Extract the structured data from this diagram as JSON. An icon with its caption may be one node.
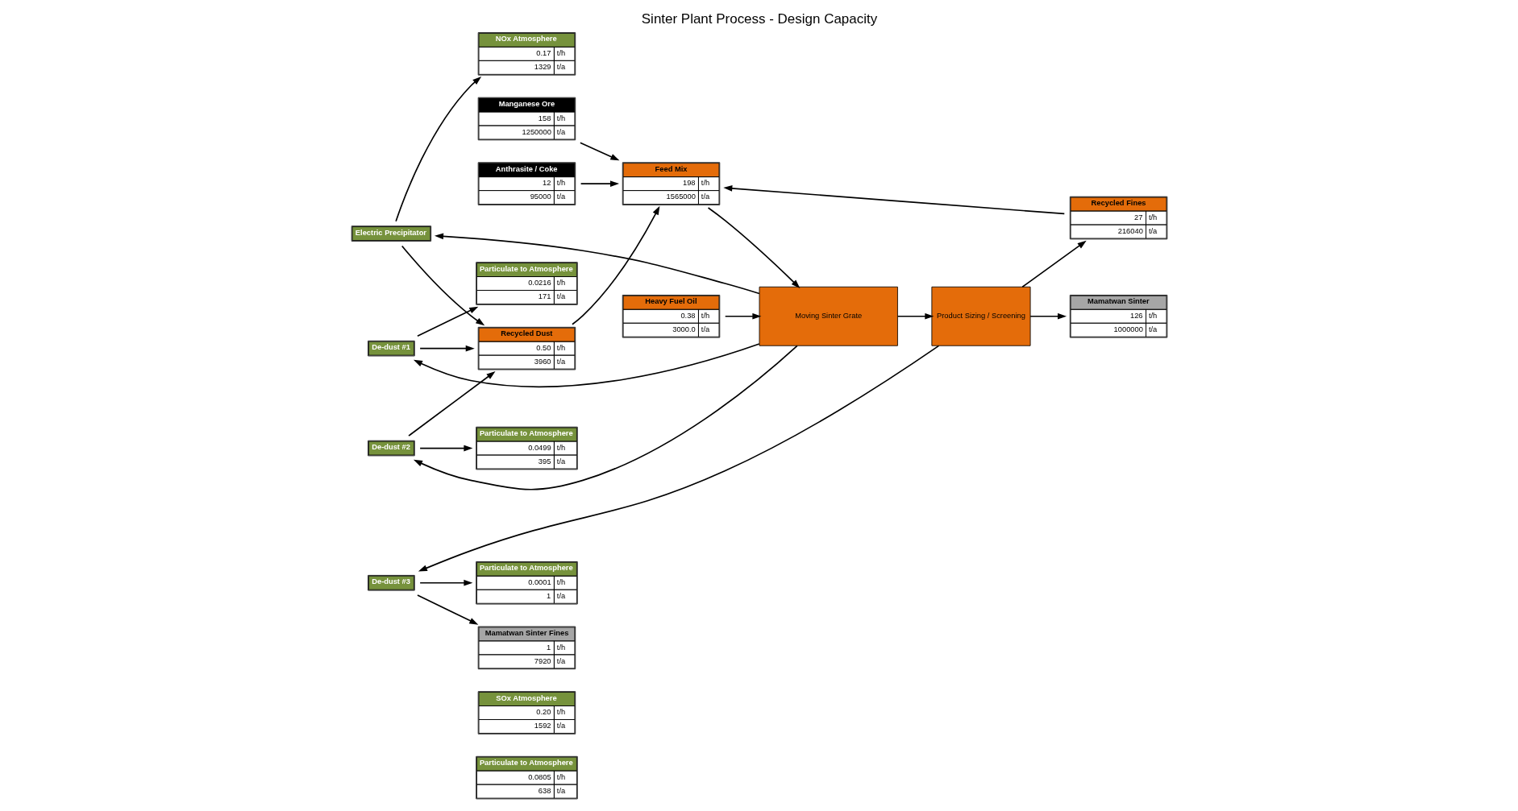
{
  "diagram": {
    "title": "Sinter Plant Process - Design Capacity",
    "nodes": [
      {
        "text": [
          "Particulate to Atmosphere",
          "0.0805",
          "t/h",
          "638",
          "t/a"
        ]
      },
      {
        "text": [
          "SOx Atmosphere",
          "0.20",
          "t/h",
          "1592",
          "t/a"
        ]
      },
      {
        "text": [
          "NOx Atmosphere",
          "0.17",
          "t/h",
          "1329",
          "t/a"
        ]
      },
      {
        "text": [
          "Particulate to Atmosphere",
          "0.0216",
          "t/h",
          "171",
          "t/a"
        ]
      },
      {
        "text": [
          "Particulate to Atmosphere",
          "0.0499",
          "t/h",
          "395",
          "t/a"
        ]
      },
      {
        "text": [
          "Particulate to Atmosphere",
          "0.0001",
          "t/h",
          "1",
          "t/a"
        ]
      },
      {
        "text": [
          "Electric Precipitator"
        ]
      },
      {
        "text": [
          "De-dust #1"
        ]
      },
      {
        "text": [
          "De-dust #2"
        ]
      },
      {
        "text": [
          "De-dust #3"
        ]
      },
      {
        "text": [
          "Recycled Dust",
          "0.50",
          "t/h",
          "3960",
          "t/a"
        ]
      },
      {
        "text": [
          "Manganese Ore",
          "158",
          "t/h",
          "1250000",
          "t/a"
        ]
      },
      {
        "text": [
          "Mamatwan Sinter Fines",
          "1",
          "t/h",
          "7920",
          "t/a"
        ]
      },
      {
        "text": [
          "Feed Mix",
          "198",
          "t/h",
          "1565000",
          "t/a"
        ]
      },
      {
        "text": [
          "Moving Sinter Grate"
        ]
      },
      {
        "text": [
          "Product Sizing / Screening"
        ]
      },
      {
        "text": [
          "Mamatwan Sinter",
          "126",
          "t/h",
          "1000000",
          "t/a"
        ]
      },
      {
        "text": [
          "Anthrasite / Coke",
          "12",
          "t/h",
          "95000",
          "t/a"
        ]
      },
      {
        "text": [
          "Heavy Fuel Oil",
          "0.38",
          "t/h",
          "3000.0",
          "t/a"
        ]
      },
      {
        "text": [
          "Recycled Fines",
          "27",
          "t/h",
          "216040",
          "t/a"
        ]
      }
    ],
    "edges": [
      {
        "from": 6,
        "to": 2,
        "arrow": "to"
      },
      {
        "from": 7,
        "to": 3,
        "arrow": "to"
      },
      {
        "from": 8,
        "to": 4,
        "arrow": "to"
      },
      {
        "from": 9,
        "to": 5,
        "arrow": "to"
      },
      {
        "from": 6,
        "to": 10,
        "arrow": "to"
      },
      {
        "from": 7,
        "to": 10,
        "arrow": "to"
      },
      {
        "from": 8,
        "to": 10,
        "arrow": "to"
      },
      {
        "from": 14,
        "to": 6,
        "arrow": "to"
      },
      {
        "from": 14,
        "to": 7,
        "arrow": "to"
      },
      {
        "from": 14,
        "to": 8,
        "arrow": "to"
      },
      {
        "from": 15,
        "to": 9,
        "arrow": "to"
      },
      {
        "from": 9,
        "to": 12,
        "arrow": "to"
      },
      {
        "from": 11,
        "to": 13,
        "arrow": "to"
      },
      {
        "from": 17,
        "to": 13,
        "arrow": "to"
      },
      {
        "from": 10,
        "to": 13,
        "arrow": "to"
      },
      {
        "from": 13,
        "to": 14,
        "arrow": "to"
      },
      {
        "from": 18,
        "to": 14,
        "arrow": "to"
      },
      {
        "from": 14,
        "to": 15,
        "arrow": "to"
      },
      {
        "from": 15,
        "to": 16,
        "arrow": "to"
      },
      {
        "from": 15,
        "to": 19,
        "arrow": "to"
      },
      {
        "from": 19,
        "to": 13,
        "arrow": "to"
      }
    ]
  }
}
